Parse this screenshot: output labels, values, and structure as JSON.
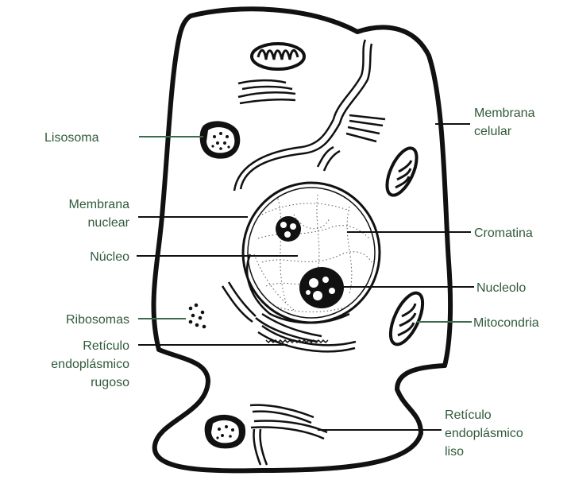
{
  "colors": {
    "ink": "#111111",
    "label": "#2f5a3a",
    "leader": "#3d6b4a",
    "background": "#ffffff"
  },
  "labels": {
    "membrana_celular": [
      "Membrana",
      "celular"
    ],
    "lisosoma": [
      "Lisosoma"
    ],
    "membrana_nuclear": [
      "Membrana",
      "nuclear"
    ],
    "cromatina": [
      "Cromatina"
    ],
    "nucleo": [
      "Núcleo"
    ],
    "nucleolo": [
      "Nucleolo"
    ],
    "ribosomas": [
      "Ribosomas"
    ],
    "mitocondria": [
      "Mitocondria"
    ],
    "reticulo_rugoso": [
      "Retículo",
      "endoplásmico",
      "rugoso"
    ],
    "reticulo_liso": [
      "Retículo",
      "endoplásmico",
      "liso"
    ]
  }
}
